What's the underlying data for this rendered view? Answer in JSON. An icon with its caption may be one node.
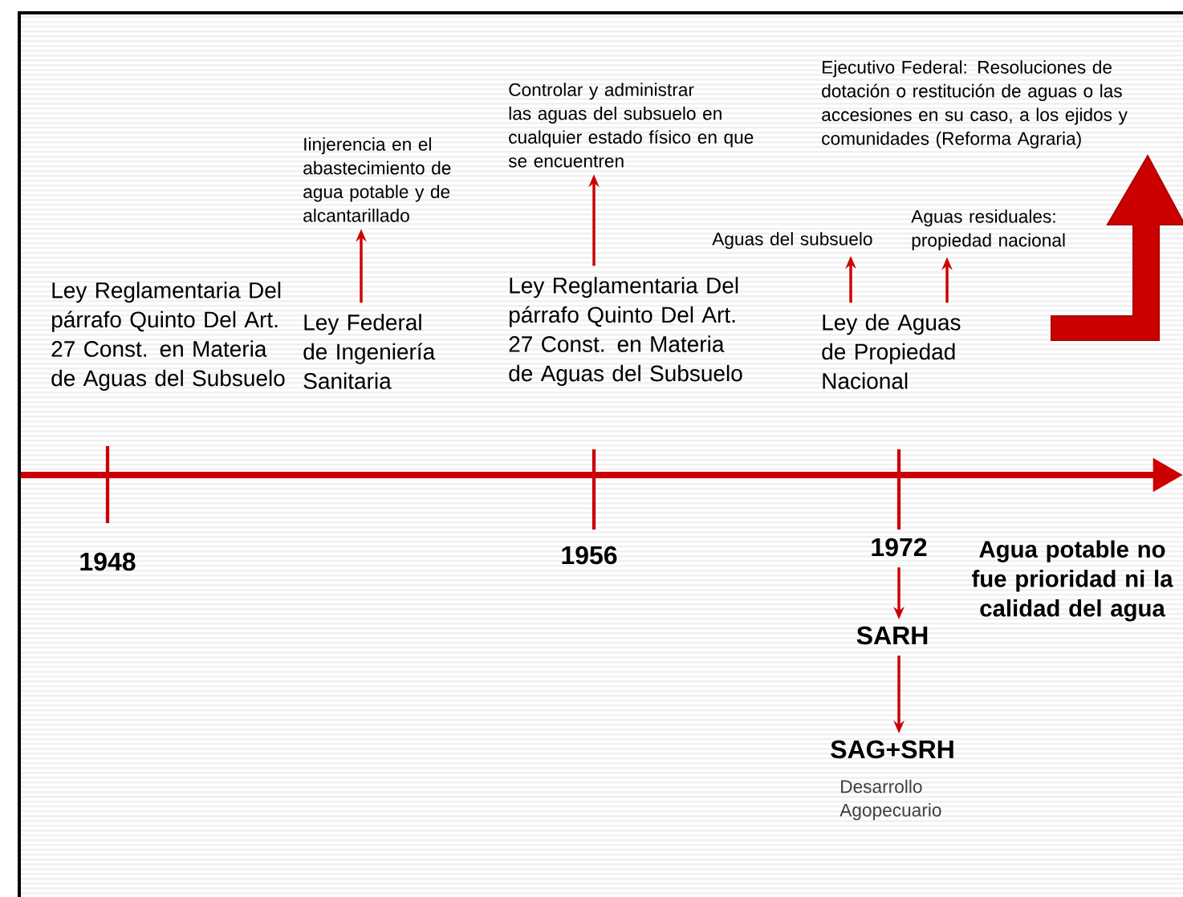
{
  "diagram": {
    "nodes": [
      {
        "text": [
          "Ley Reglamentaria Del párrafo Quinto Del Art. 27 Const. en Materia de Aguas del Subsuelo"
        ]
      },
      {
        "text": [
          "Iinjerencia en el abastecimiento de agua potable y de alcantarillado"
        ]
      },
      {
        "text": [
          "Ley Federal de Ingeniería Sanitaria"
        ]
      },
      {
        "text": [
          "Controlar y administrar las aguas del subsuelo en cualquier estado físico en que se encuentren"
        ]
      },
      {
        "text": [
          "Ley Reglamentaria Del párrafo Quinto Del Art. 27 Const. en Materia de Aguas del Subsuelo"
        ]
      },
      {
        "text": [
          "Ejecutivo Federal: Resoluciones de dotación o restitución de aguas o las accesiones en su caso, a los ejidos y comunidades (Reforma Agraria)"
        ]
      },
      {
        "text": [
          "Aguas del subsuelo"
        ]
      },
      {
        "text": [
          "Aguas residuales: propiedad nacional"
        ]
      },
      {
        "text": [
          "Ley de Aguas de Propiedad Nacional"
        ]
      },
      {
        "text": [
          "1972"
        ]
      },
      {
        "text": [
          "SARH"
        ]
      },
      {
        "text": [
          "SAG+SRH"
        ],
        "beside": [
          "Desarrollo Agopecuario"
        ]
      }
    ],
    "edges": [
      {
        "from": 2,
        "to": 1,
        "arrow": "to"
      },
      {
        "from": 4,
        "to": 3,
        "arrow": "to"
      },
      {
        "from": 8,
        "to": 6,
        "arrow": "to"
      },
      {
        "from": 8,
        "to": 7,
        "arrow": "to"
      },
      {
        "from": 9,
        "to": 10,
        "arrow": "to"
      },
      {
        "from": 10,
        "to": 11,
        "arrow": "to"
      },
      {
        "from": null,
        "to": 5,
        "arrow": "to",
        "style": "thick"
      }
    ],
    "labels": [
      "1948",
      "1956",
      "Agua potable no fue prioridad ni la calidad del agua"
    ]
  }
}
